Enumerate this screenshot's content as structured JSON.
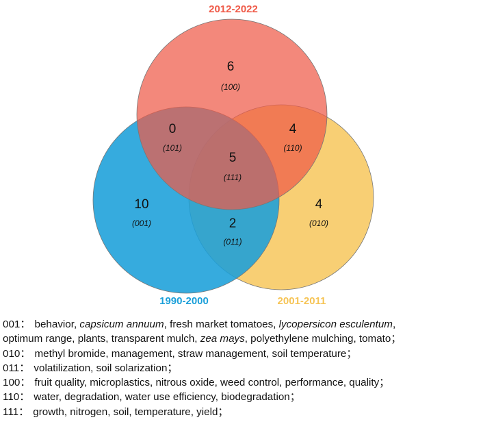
{
  "venn": {
    "sets": [
      {
        "label": "2012-2022",
        "color": "#ef5a48"
      },
      {
        "label": "1990-2000",
        "color": "#1a9fd9"
      },
      {
        "label": "2001-2011",
        "color": "#f6c455"
      }
    ],
    "regions": [
      {
        "count": "6",
        "code": "(100)"
      },
      {
        "count": "0",
        "code": "(101)"
      },
      {
        "count": "4",
        "code": "(110)"
      },
      {
        "count": "5",
        "code": "(111)"
      },
      {
        "count": "10",
        "code": "(001)"
      },
      {
        "count": "2",
        "code": "(011)"
      },
      {
        "count": "4",
        "code": "(010)"
      }
    ]
  },
  "legend": [
    {
      "code": "001：",
      "lines": [
        [
          {
            "t": "behavior, "
          },
          {
            "t": "capsicum annuum",
            "i": true
          },
          {
            "t": ", fresh market tomatoes, "
          },
          {
            "t": "lycopersicon esculentum",
            "i": true
          },
          {
            "t": ","
          }
        ],
        [
          {
            "t": "optimum range, plants, transparent mulch, "
          },
          {
            "t": "zea mays",
            "i": true
          },
          {
            "t": ", polyethylene mulching, tomato；"
          }
        ]
      ]
    },
    {
      "code": "010：",
      "lines": [
        [
          {
            "t": "methyl bromide, management, straw management, soil temperature；"
          }
        ]
      ]
    },
    {
      "code": "011：",
      "lines": [
        [
          {
            "t": "volatilization, soil solarization；"
          }
        ]
      ]
    },
    {
      "code": "100：",
      "lines": [
        [
          {
            "t": "fruit quality, microplastics, nitrous oxide, weed control, performance, quality；"
          }
        ]
      ]
    },
    {
      "code": "110：",
      "lines": [
        [
          {
            "t": "water, degradation, water use efficiency, biodegradation；"
          }
        ]
      ]
    },
    {
      "code": "111：",
      "lines": [
        [
          {
            "t": "growth, nitrogen, soil, temperature, yield；"
          }
        ]
      ]
    }
  ]
}
